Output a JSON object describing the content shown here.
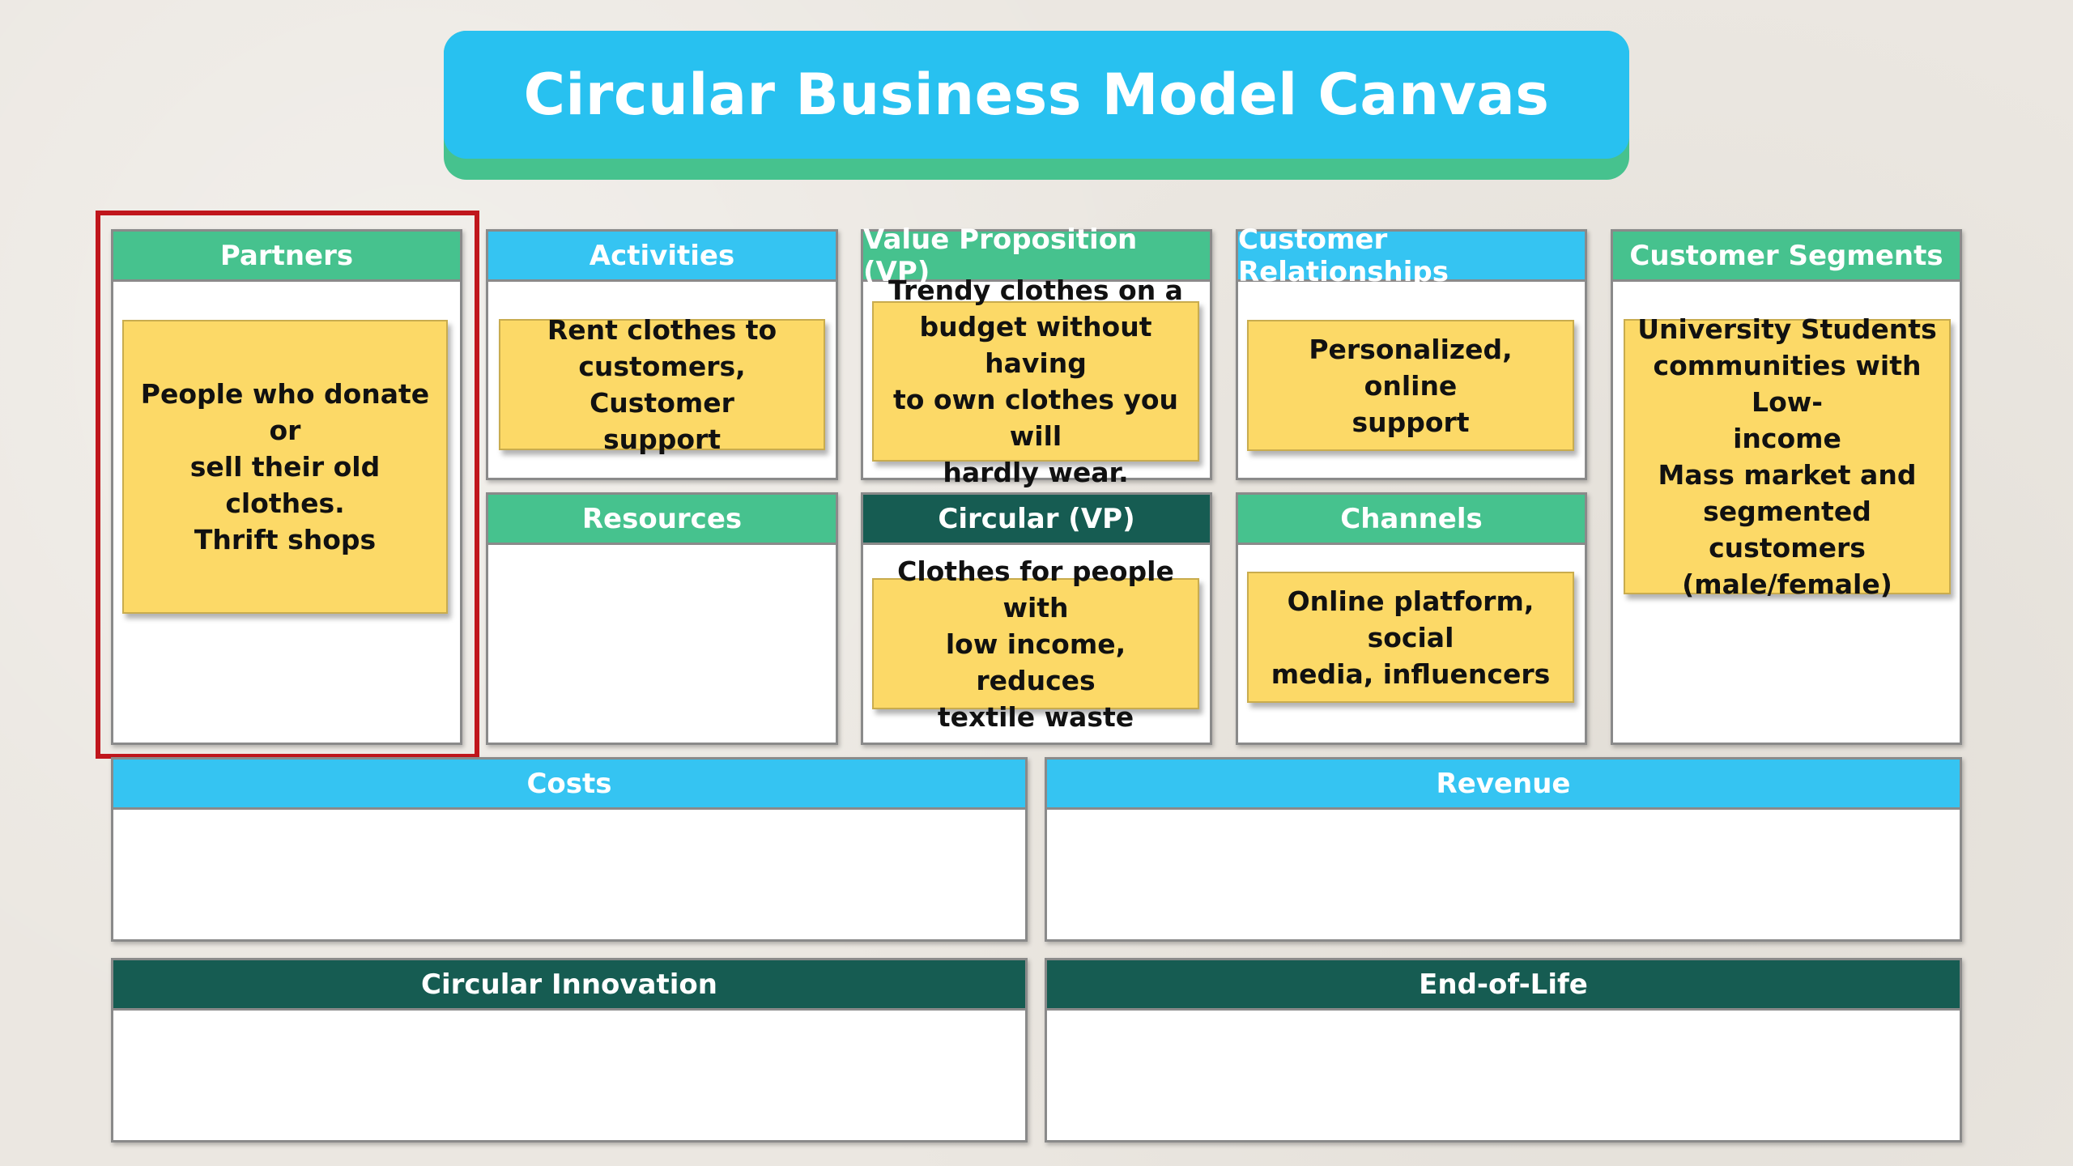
{
  "title": "Circular Business Model Canvas",
  "colors": {
    "green_header": "#46c28e",
    "blue_header": "#35c4f2",
    "dark_header": "#165c52",
    "sticky_note": "#fcd967",
    "highlight": "#c0161c"
  },
  "partners": {
    "header": "Partners",
    "note": "People who donate or\nsell their old clothes.\nThrift shops"
  },
  "activities": {
    "header": "Activities",
    "note": "Rent clothes to\ncustomers, Customer\nsupport"
  },
  "resources": {
    "header": "Resources"
  },
  "value_proposition": {
    "header": "Value Proposition (VP)",
    "note": "Trendy clothes on a\nbudget without having\nto own clothes you will\nhardly wear."
  },
  "circular_vp": {
    "header": "Circular (VP)",
    "note": "Clothes for people with\nlow income, reduces\ntextile waste"
  },
  "customer_relationships": {
    "header": "Customer Relationships",
    "note": "Personalized, online\nsupport"
  },
  "channels": {
    "header": "Channels",
    "note": "Online platform, social\nmedia, influencers"
  },
  "customer_segments": {
    "header": "Customer Segments",
    "note": "University Students\ncommunities with Low-\nincome\nMass market and\nsegmented customers\n(male/female)"
  },
  "costs": {
    "header": "Costs"
  },
  "revenue": {
    "header": "Revenue"
  },
  "circular_innovation": {
    "header": "Circular Innovation"
  },
  "end_of_life": {
    "header": "End-of-Life"
  }
}
